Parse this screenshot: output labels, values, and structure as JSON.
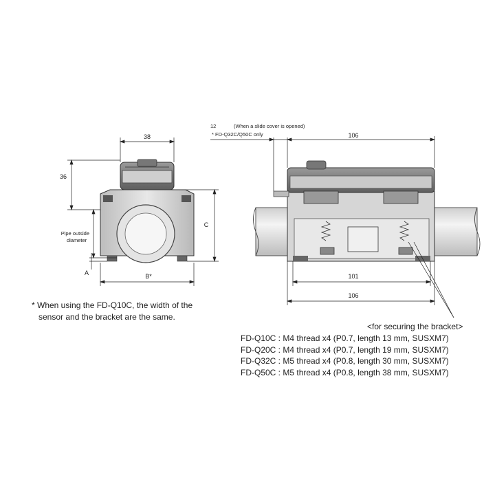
{
  "left_view": {
    "dim_width_top": "38",
    "dim_height_top": "36",
    "label_pipe_line1": "Pipe outside",
    "label_pipe_line2": "diameter",
    "dim_C": "C",
    "dim_A": "A",
    "dim_B": "B*"
  },
  "right_view": {
    "slide_cover_dim": "12",
    "slide_cover_note": "(When a slide cover is opened)",
    "slide_cover_only": "* FD-Q32C/Q50C only",
    "dim_top_106": "106",
    "dim_inner_101": "101",
    "dim_bottom_106": "106"
  },
  "footnote": {
    "line1": "* When using the FD-Q10C, the width of the",
    "line2": "sensor and the bracket are the same."
  },
  "bracket_specs": {
    "title": "<for securing the bracket>",
    "rows": [
      {
        "model": "FD-Q10C :",
        "spec": "M4 thread x4 (P0.7, length 13 mm, SUSXM7)"
      },
      {
        "model": "FD-Q20C :",
        "spec": "M4 thread x4 (P0.7, length 19 mm, SUSXM7)"
      },
      {
        "model": "FD-Q32C :",
        "spec": "M5 thread x4 (P0.8, length 30 mm, SUSXM7)"
      },
      {
        "model": "FD-Q50C :",
        "spec": "M5 thread x4 (P0.8, length 38 mm, SUSXM7)"
      }
    ]
  },
  "colors": {
    "line": "#222222",
    "body_fill": "#d9d9d9",
    "dark_fill": "#8a8a8a",
    "pipe_fill": "#e6e6e6"
  }
}
